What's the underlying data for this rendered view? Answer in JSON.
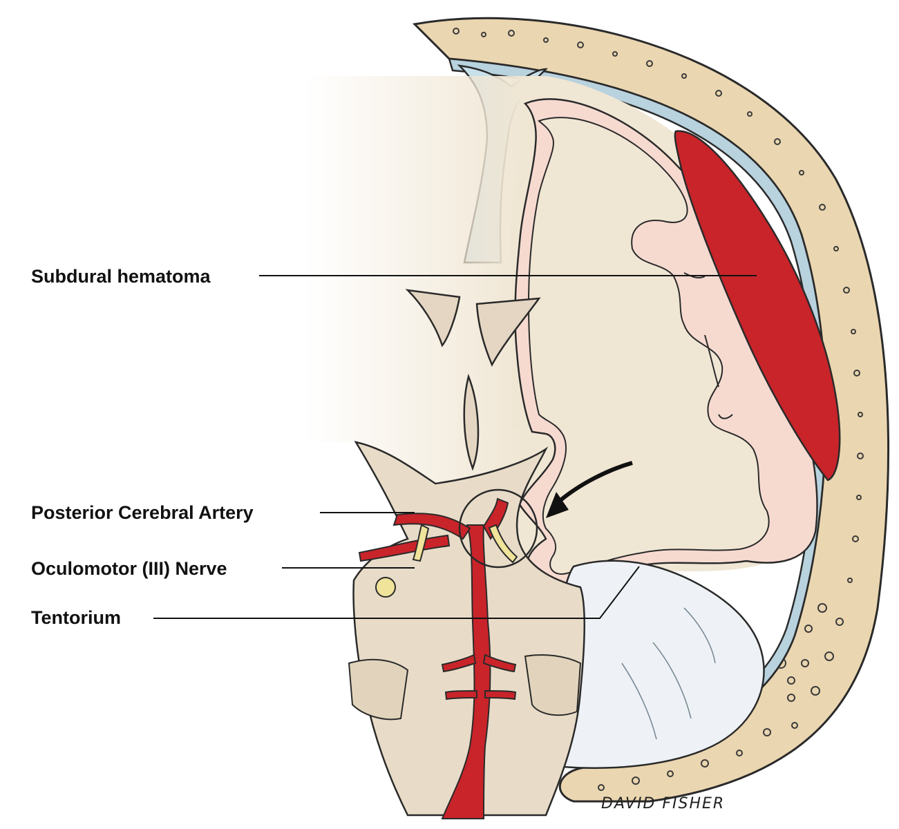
{
  "labels": {
    "subdural_hematoma": "Subdural hematoma",
    "posterior_cerebral_artery": "Posterior Cerebral Artery",
    "oculomotor_nerve": "Oculomotor (III) Nerve",
    "tentorium": "Tentorium"
  },
  "signature": "DAVID FISHER",
  "colors": {
    "brain": "#f0e6d4",
    "cortex": "#f6dad0",
    "skull": "#ead6b0",
    "dura": "#b8d2de",
    "blood": "#c8242a",
    "nerve": "#f0e39a",
    "outline": "#2a2a2a"
  }
}
